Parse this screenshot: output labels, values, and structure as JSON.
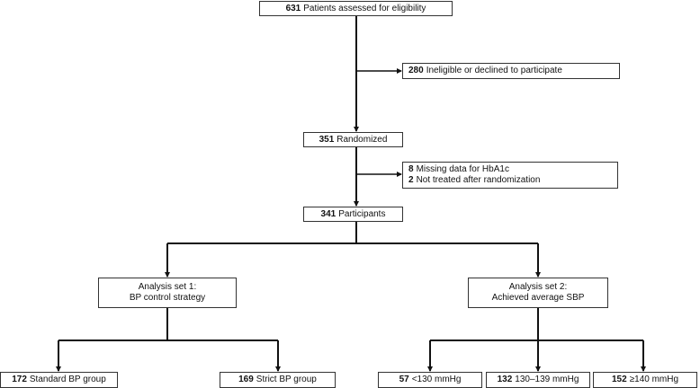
{
  "assessed": {
    "count": "631",
    "label": "Patients assessed for eligibility"
  },
  "ineligible": {
    "count": "280",
    "label": "Ineligible or declined to participate"
  },
  "randomized": {
    "count": "351",
    "label": "Randomized"
  },
  "exclusions": [
    {
      "count": "8",
      "label": "Missing data for HbA1c"
    },
    {
      "count": "2",
      "label": "Not treated after randomization"
    }
  ],
  "participants": {
    "count": "341",
    "label": "Participants"
  },
  "analysis_set_1": {
    "line1": "Analysis set 1:",
    "line2": "BP control strategy"
  },
  "analysis_set_2": {
    "line1": "Analysis set 2:",
    "line2": "Achieved average SBP"
  },
  "groups": {
    "standard": {
      "count": "172",
      "label": "Standard BP group"
    },
    "strict": {
      "count": "169",
      "label": "Strict BP group"
    },
    "sbp_lt130": {
      "count": "57",
      "label": "<130 mmHg"
    },
    "sbp_130_139": {
      "count": "132",
      "label": "130–139 mmHg"
    },
    "sbp_ge140": {
      "count": "152",
      "label": "≥140 mmHg"
    }
  }
}
